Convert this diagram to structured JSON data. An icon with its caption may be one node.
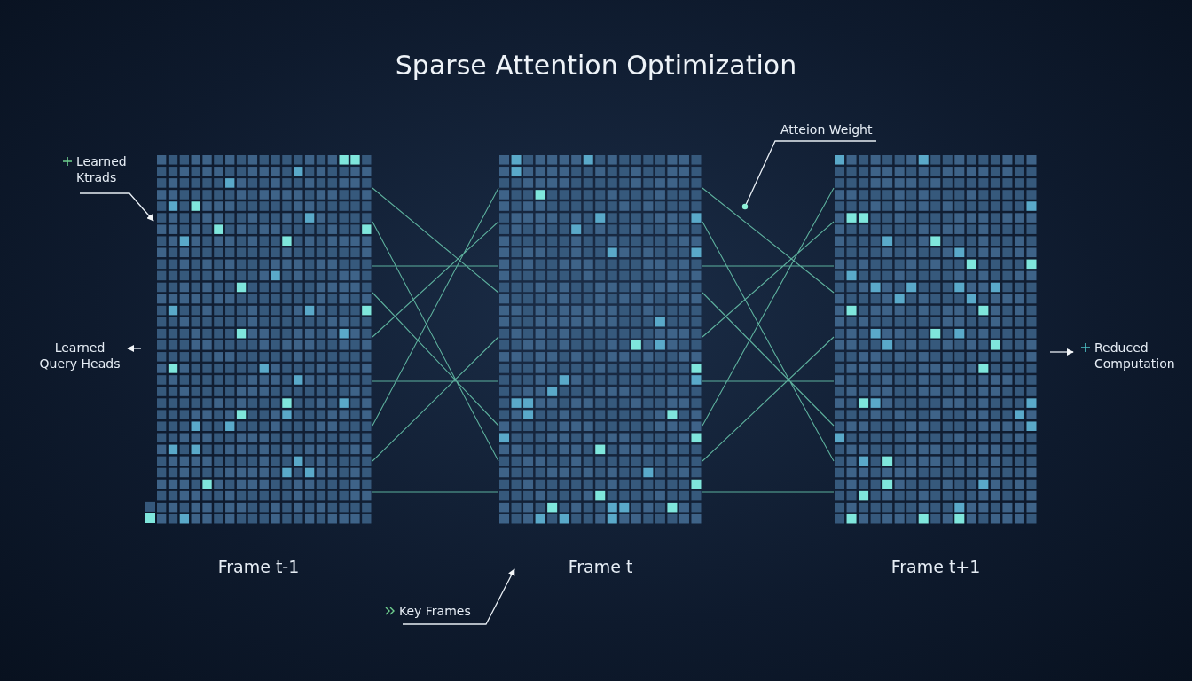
{
  "diagram": {
    "title": "Sparse Attention Optimization",
    "nodes": [
      {
        "text": [
          "Frame t-1"
        ]
      },
      {
        "text": [
          "Frame t"
        ]
      },
      {
        "text": [
          "Frame t+1"
        ]
      },
      {
        "text": [
          "Learned Ktrads"
        ]
      },
      {
        "text": [
          "Learned Query Heads"
        ]
      },
      {
        "text": [
          "Atteion Weight"
        ]
      },
      {
        "text": [
          "Reduced Computation"
        ]
      },
      {
        "text": [
          "Key Frames"
        ]
      }
    ],
    "edges": [
      {
        "from": 0,
        "to": 1,
        "arrow": "none",
        "color": "#6fd3b5"
      },
      {
        "from": 1,
        "to": 2,
        "arrow": "none",
        "color": "#6fd3b5"
      },
      {
        "from": 3,
        "to": 0,
        "arrow": "to"
      },
      {
        "from": 0,
        "to": 4,
        "arrow": "to"
      },
      {
        "from": 5,
        "to": null,
        "arrow": "other"
      },
      {
        "from": 2,
        "to": 6,
        "arrow": "to"
      },
      {
        "from": 7,
        "to": 1,
        "arrow": "to"
      }
    ]
  }
}
